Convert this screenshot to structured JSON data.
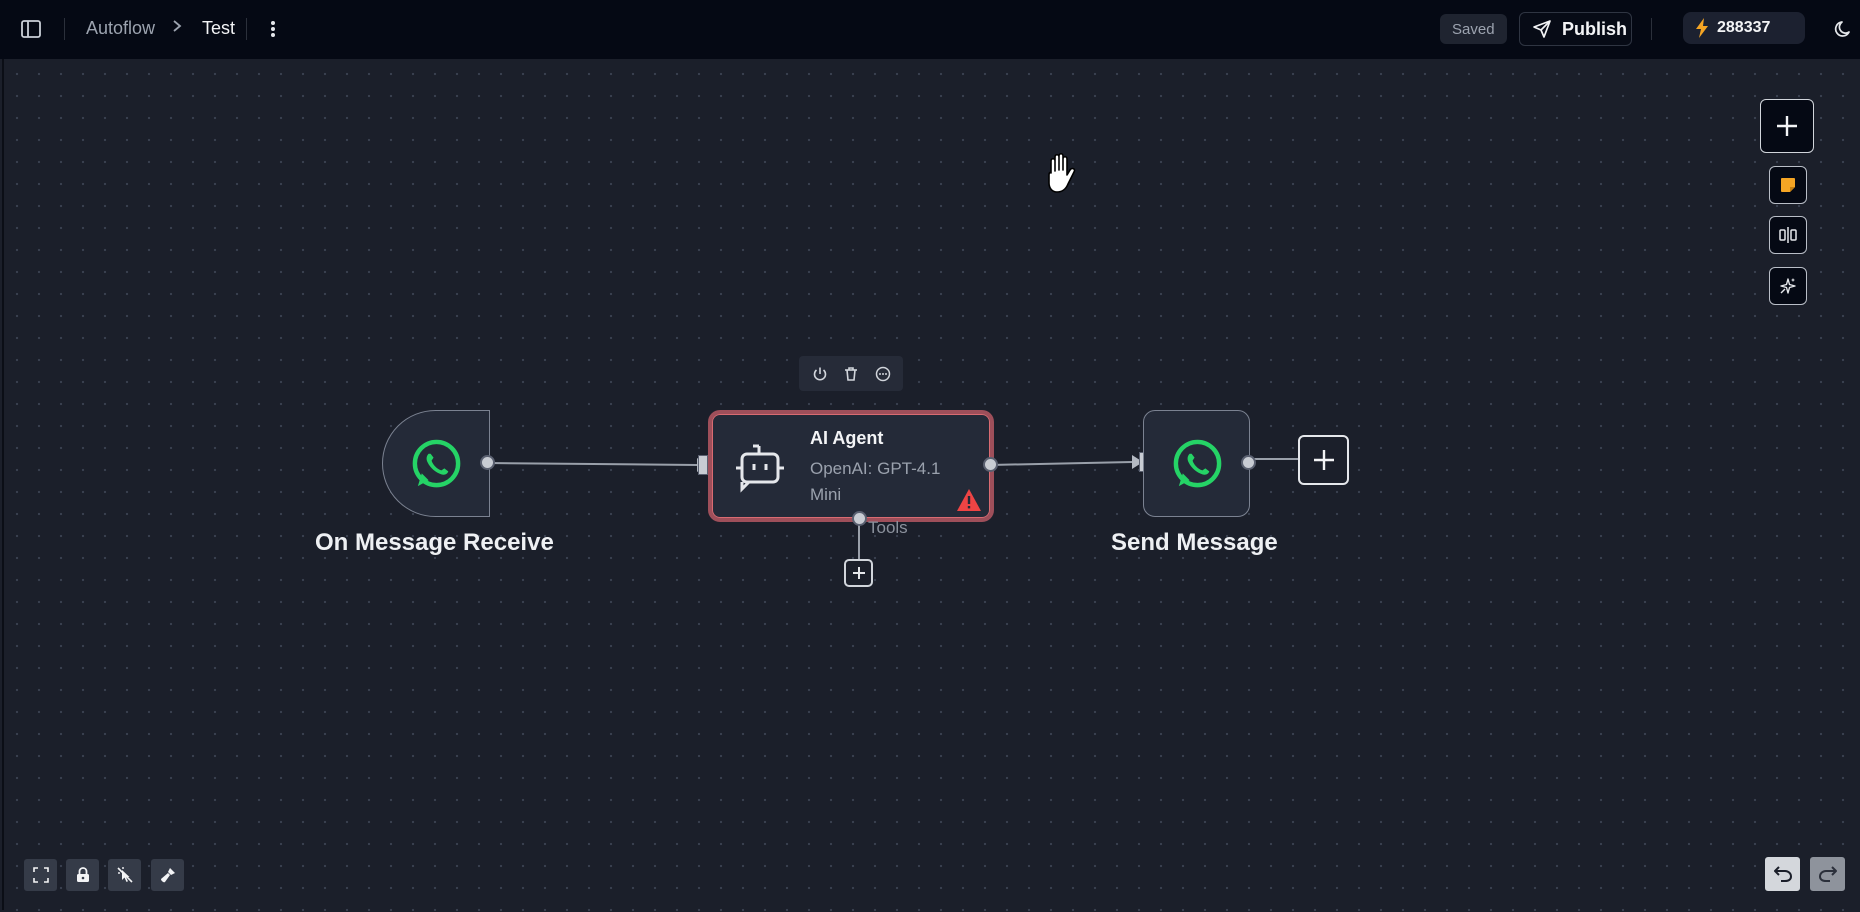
{
  "topbar": {
    "breadcrumb_root": "Autoflow",
    "breadcrumb_current": "Test",
    "status": "Saved",
    "publish_label": "Publish",
    "credits": "288337"
  },
  "nodes": {
    "trigger": {
      "label": "On Message Receive",
      "icon": "whatsapp-icon"
    },
    "agent": {
      "title": "AI Agent",
      "subtitle": "OpenAI: GPT-4.1 Mini",
      "tools_label": "Tools",
      "status": "warning"
    },
    "send": {
      "label": "Send Message",
      "icon": "whatsapp-icon"
    }
  },
  "node_toolbar": [
    "power-icon",
    "trash-icon",
    "more-icon"
  ],
  "right_controls": [
    "plus-icon",
    "sticky-note-icon",
    "align-icon",
    "magic-sparkles-icon"
  ],
  "bottom_left_controls": [
    "fit-view-icon",
    "lock-icon",
    "disable-interactions-icon",
    "clean-icon"
  ],
  "bottom_right_controls": [
    "undo-icon",
    "redo-icon"
  ],
  "colors": {
    "background": "#1b1f2a",
    "topbar": "#050914",
    "whatsapp": "#25d366",
    "error_border": "#d96b72",
    "warning": "#ef4444",
    "accent_note": "#f5a524"
  }
}
